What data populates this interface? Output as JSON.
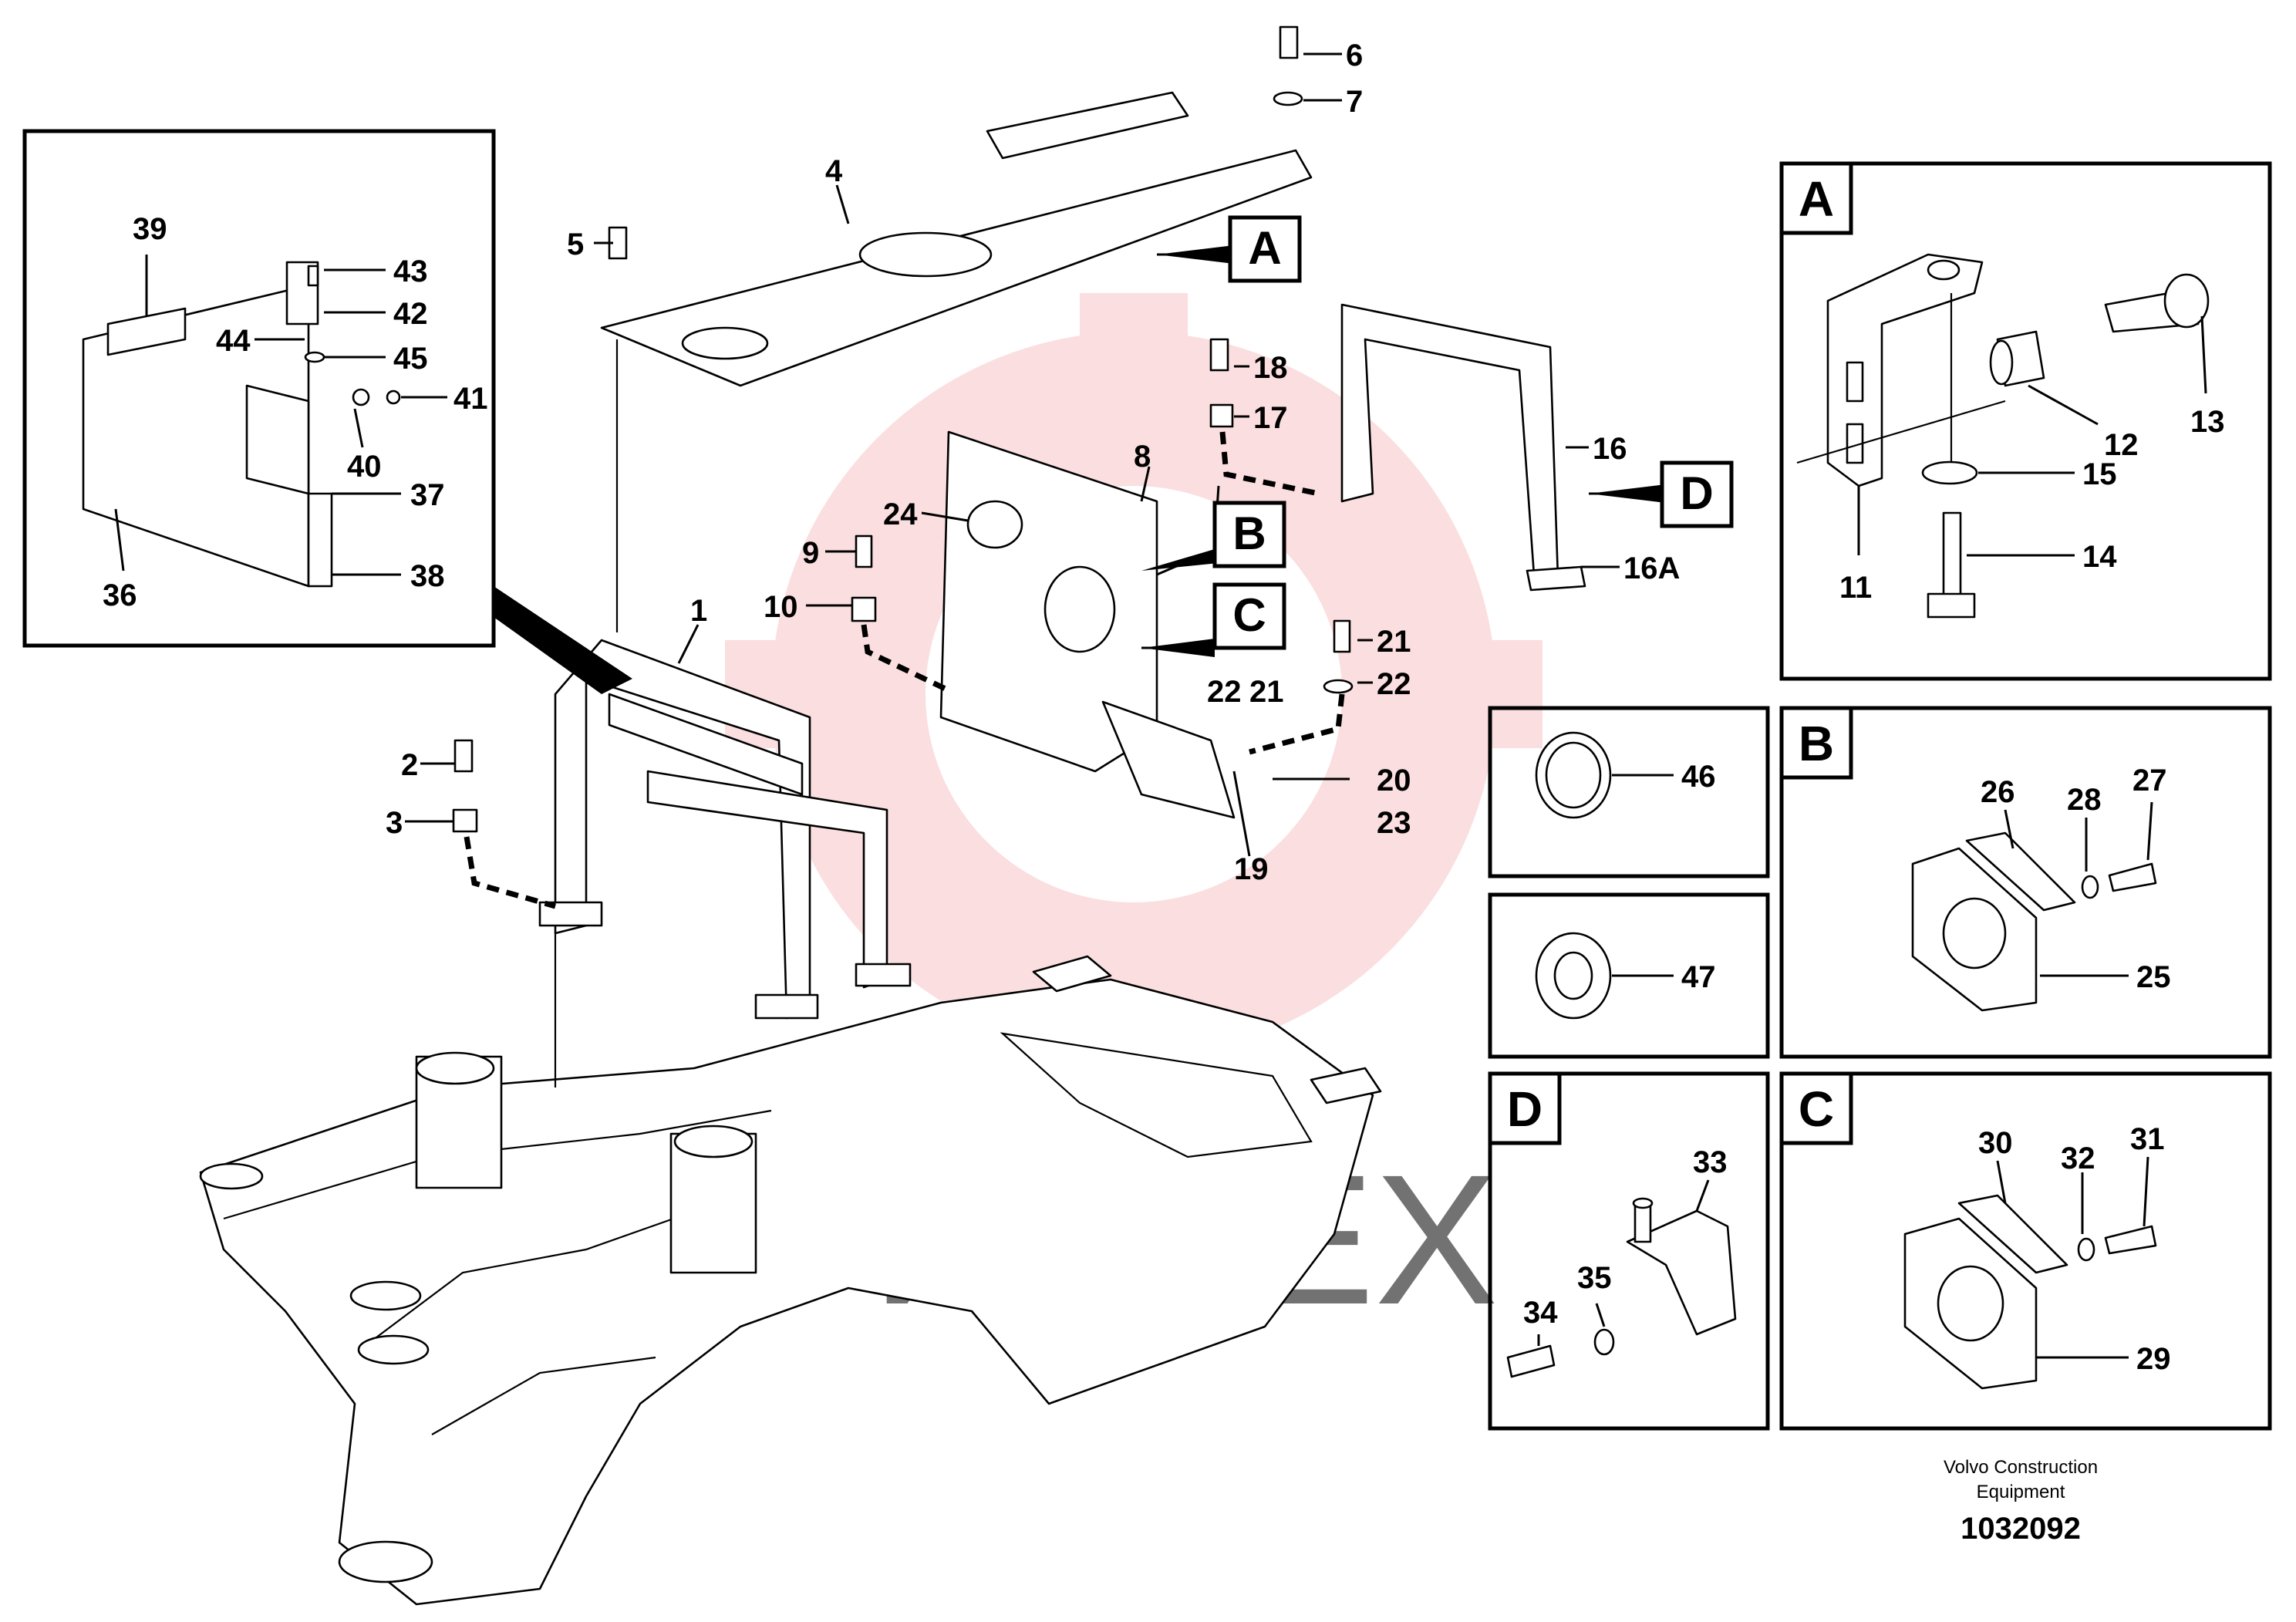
{
  "diagram": {
    "publisher_line1": "Volvo Construction",
    "publisher_line2": "Equipment",
    "drawing_number": "1032092",
    "watermark_text": "ИНТЕХ",
    "watermark_color": "#e8383d",
    "main_labels": {
      "p1": "1",
      "p2": "2",
      "p3": "3",
      "p4": "4",
      "p5": "5",
      "p6": "6",
      "p7": "7",
      "p8": "8",
      "p9": "9",
      "p10": "10",
      "p16": "16",
      "p16a": "16A",
      "p17": "17",
      "p18": "18",
      "p19": "19",
      "p20": "20",
      "p21a": "21",
      "p21b": "21",
      "p22a": "22",
      "p22b": "22",
      "p23": "23",
      "p24": "24"
    },
    "callouts": {
      "A": "A",
      "B": "B",
      "C": "C",
      "D": "D"
    },
    "inset_tl": {
      "p36": "36",
      "p37": "37",
      "p38": "38",
      "p39": "39",
      "p40": "40",
      "p41": "41",
      "p42": "42",
      "p43": "43",
      "p44": "44",
      "p45": "45"
    },
    "panel_A": {
      "tag": "A",
      "p11": "11",
      "p12": "12",
      "p13": "13",
      "p14": "14",
      "p15": "15"
    },
    "panel_46": {
      "p46": "46"
    },
    "panel_47": {
      "p47": "47"
    },
    "panel_B": {
      "tag": "B",
      "p25": "25",
      "p26": "26",
      "p27": "27",
      "p28": "28"
    },
    "panel_D": {
      "tag": "D",
      "p33": "33",
      "p34": "34",
      "p35": "35"
    },
    "panel_C": {
      "tag": "C",
      "p29": "29",
      "p30": "30",
      "p31": "31",
      "p32": "32"
    }
  }
}
